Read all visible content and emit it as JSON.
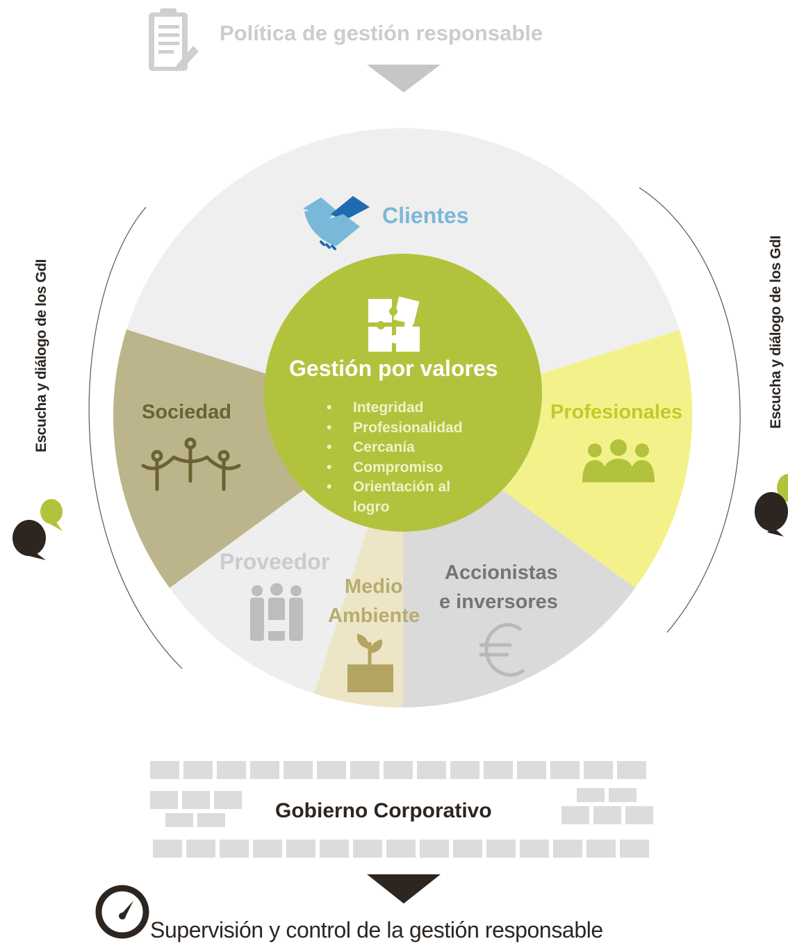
{
  "top": {
    "title": "Política de gestión responsable"
  },
  "center": {
    "title": "Gestión por valores",
    "values": [
      "Integridad",
      "Profesionalidad",
      "Cercanía",
      "Compromiso",
      "Orientación al",
      "logro"
    ]
  },
  "segments": {
    "clientes": "Clientes",
    "sociedad": "Sociedad",
    "profesionales": "Profesionales",
    "proveedor": "Proveedor",
    "medio_ambiente_1": "Medio",
    "medio_ambiente_2": "Ambiente",
    "accionistas_1": "Accionistas",
    "accionistas_2": "e inversores"
  },
  "side": {
    "left": "Escucha y diálogo de los GdI",
    "right": "Escucha y diálogo de los GdI"
  },
  "gobierno": "Gobierno Corporativo",
  "bottom": {
    "title": "Supervisión y control de la gestión responsable"
  },
  "colors": {
    "clientes_sector": "#efefef",
    "sociedad_sector": "#bcb58c",
    "profesionales_sector": "#f3f28a",
    "proveedor_sector": "#eeeeee",
    "medio_sector": "#ece6c7",
    "accionistas_sector": "#dadada",
    "center": "#b3c23d",
    "dark": "#2c2520"
  }
}
